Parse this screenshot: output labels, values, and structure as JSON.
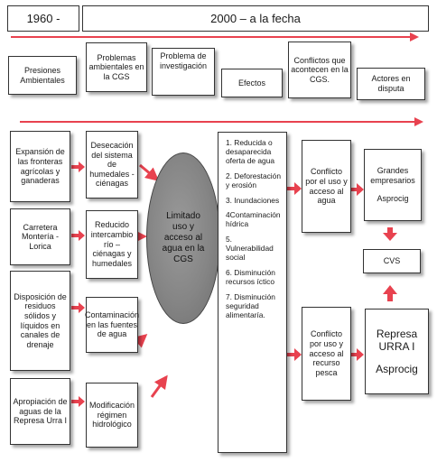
{
  "timeline": {
    "start": "1960 -",
    "end": "2000 – a la fecha"
  },
  "headers": [
    "Presiones Ambientales",
    "Problemas ambientales en la CGS",
    "Problema de investigación",
    "Efectos",
    "Conflictos que acontecen en la CGS.",
    "Actores en disputa"
  ],
  "pressures": [
    "Expansión de las fronteras agrícolas y ganaderas",
    "Carretera Montería - Lorica",
    "Disposición de residuos sólidos y líquidos en canales de drenaje",
    "Apropiación de aguas de la Represa Urra I"
  ],
  "problems": [
    "Desecación del sistema de humedales - ciénagas",
    "Reducido intercambio río – ciénagas y humedales",
    "Contaminación en las fuentes de agua",
    "Modificación régimen hidrológico"
  ],
  "research_problem": "Limitado uso y acceso al agua en la CGS",
  "effects": [
    "1. Reducida o desaparecida oferta de agua",
    "2. Deforestación y erosión",
    "3. Inundaciones",
    "4Contaminación hídrica",
    "5. Vulnerabilidad social",
    "6. Disminución recursos íctico",
    "7. Disminución seguridad alimentaría."
  ],
  "conflicts": [
    "Conflicto por el uso y acceso al agua",
    "Conflicto por uso y acceso al recurso pesca"
  ],
  "actors": {
    "group1": {
      "line1": "Grandes empresarios",
      "line2": "Asprocig"
    },
    "cvs": "CVS",
    "group2": {
      "line1": "Represa URRA I",
      "line2": "Asprocig"
    }
  },
  "colors": {
    "arrow": "#e8424f",
    "ellipse": "#858585",
    "border": "#333333"
  }
}
